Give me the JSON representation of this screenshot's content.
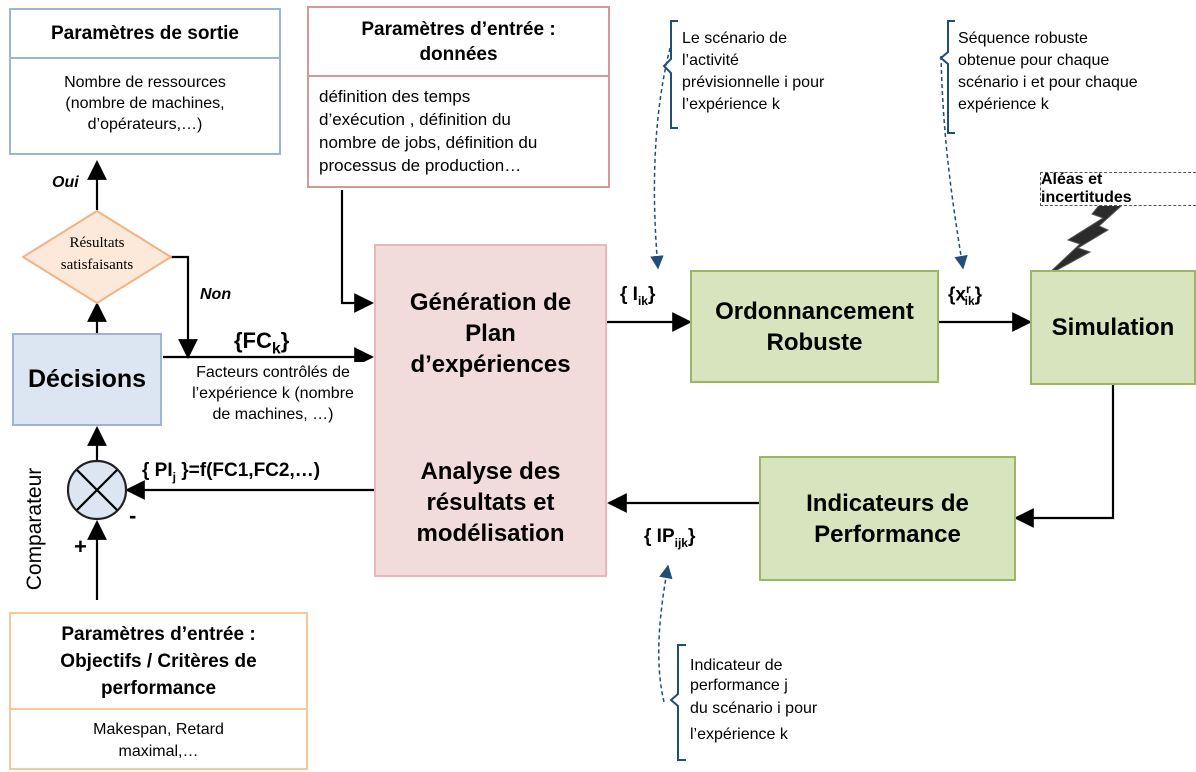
{
  "output_params": {
    "title": "Paramètres de sortie",
    "lines": [
      "Nombre de ressources",
      "(nombre de machines,",
      "d’opérateurs,…)"
    ]
  },
  "input_data": {
    "title_lines": [
      "Paramètres d’entrée :",
      "données"
    ],
    "lines": [
      "définition des temps",
      "d’exécution , définition du",
      "nombre de jobs, définition du",
      "processus de production…"
    ]
  },
  "scenario_note": {
    "lines": [
      "Le scénario de",
      "l’activité",
      "prévisionnelle i pour",
      "l’expérience k"
    ]
  },
  "sequence_note": {
    "lines": [
      "Séquence robuste",
      "obtenue pour chaque",
      "scénario i et pour chaque",
      "expérience k"
    ]
  },
  "hazards": {
    "label": "Aléas et incertitudes"
  },
  "decision_diamond": {
    "lines": [
      "Résultats",
      "satisfaisants"
    ]
  },
  "oui": "Oui",
  "non": "Non",
  "decisions": "Décisions",
  "fck": {
    "main": "{FC",
    "sub": "k",
    "close": "}"
  },
  "factors_note": {
    "lines": [
      "Facteurs contrôlés de",
      "l’expérience k (nombre",
      "de machines, …)"
    ]
  },
  "generation": {
    "lines": [
      "Génération de",
      "Plan",
      "d’expériences"
    ]
  },
  "analysis": {
    "lines": [
      "Analyse des",
      "résultats et",
      "modélisation"
    ]
  },
  "lik": {
    "open": "{ I",
    "sub": "ik",
    "close": "}"
  },
  "ordonnancement": {
    "lines": [
      "Ordonnancement",
      "Robuste"
    ]
  },
  "xrik": {
    "open": "{x",
    "sup": "r",
    "sub": "ik",
    "close": "}"
  },
  "simulation": "Simulation",
  "indicators": {
    "lines": [
      "Indicateurs de",
      "Performance"
    ]
  },
  "ipijk": {
    "open": "{ IP",
    "sub": "ijk",
    "close": "}"
  },
  "pij": {
    "open": "{ PI",
    "sub": "j",
    "close": " }=f(FC1,FC2,…)"
  },
  "comparateur": "Comparateur",
  "minus": "-",
  "plus": "+",
  "objectives": {
    "title_lines": [
      "Paramètres d’entrée :",
      "Objectifs / Critères de",
      "performance"
    ],
    "lines": [
      "Makespan, Retard",
      "maximal,…"
    ]
  },
  "perf_note": {
    "lines": [
      "Indicateur de",
      "performance j",
      "du scénario i pour",
      "l’expérience k"
    ]
  }
}
